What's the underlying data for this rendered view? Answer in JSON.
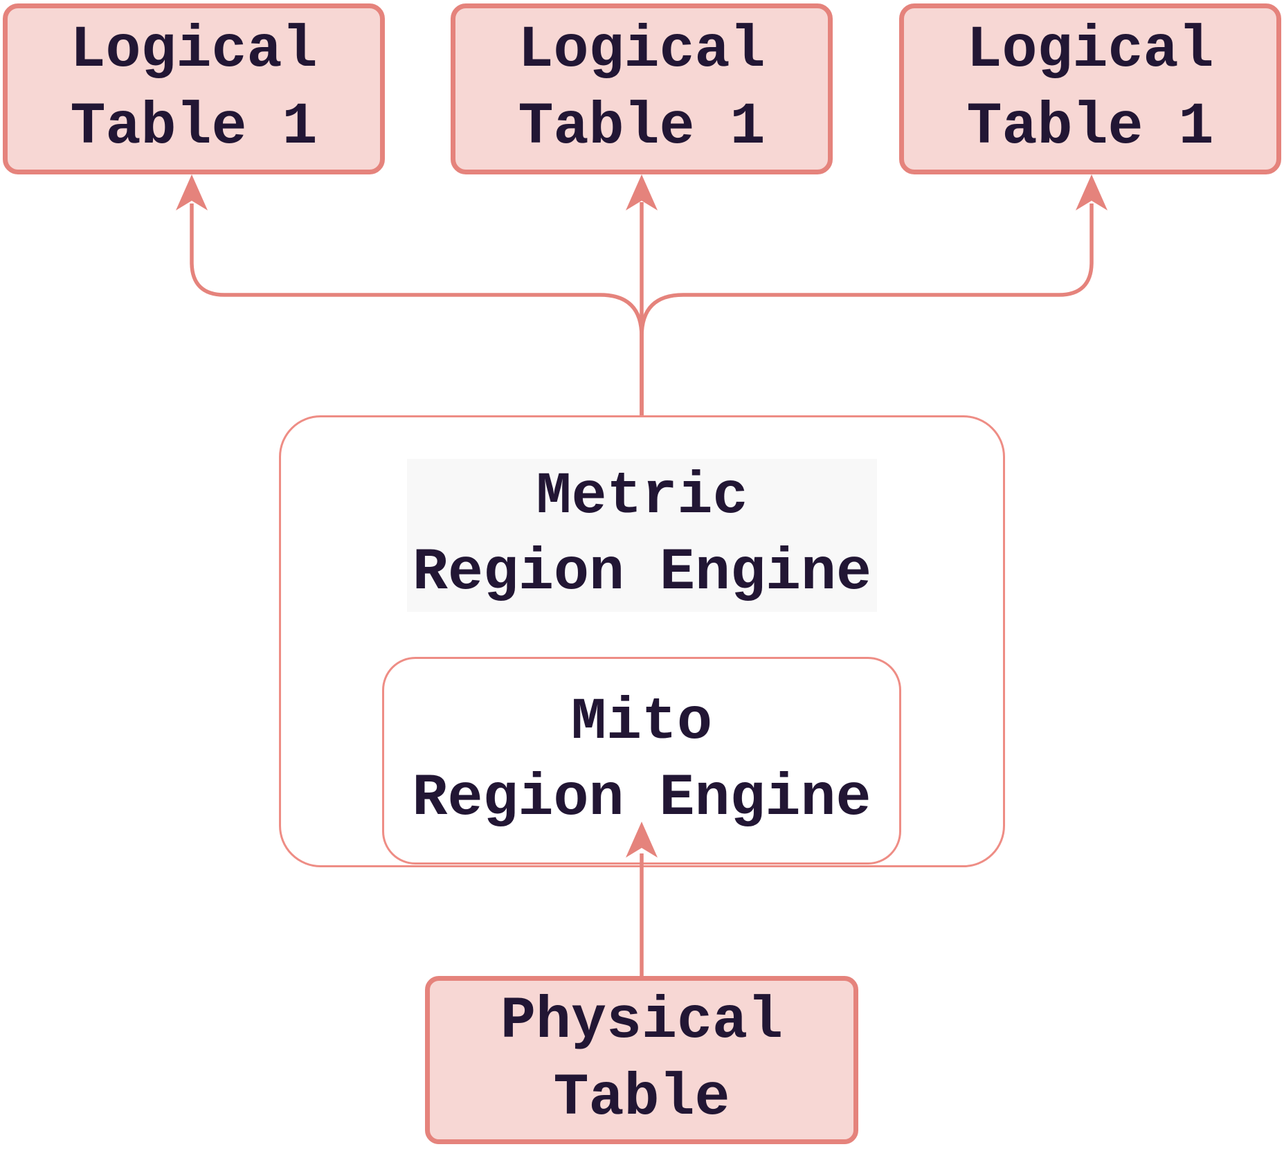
{
  "diagram": {
    "top_nodes": [
      {
        "label": "Logical\nTable 1"
      },
      {
        "label": "Logical\nTable 1"
      },
      {
        "label": "Logical\nTable 1"
      }
    ],
    "engine": {
      "label": "Metric\nRegion Engine"
    },
    "inner_engine": {
      "label": "Mito\nRegion Engine"
    },
    "bottom_node": {
      "label": "Physical\nTable"
    },
    "colors": {
      "node_fill": "#f7d7d4",
      "node_border": "#e5837c",
      "engine_fill": "#ffffff",
      "engine_border": "#ee8d85",
      "connector": "#e5837c",
      "text": "#221634",
      "label_halo": "#f8f8f8",
      "background": "#ffffff"
    }
  }
}
